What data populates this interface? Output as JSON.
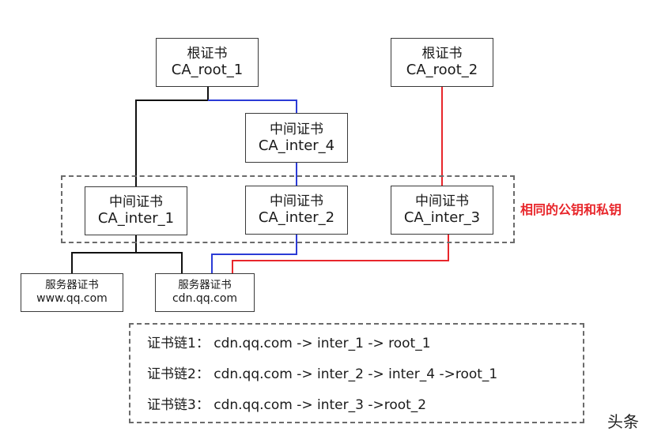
{
  "nodes": {
    "root1": {
      "title": "根证书",
      "name": "CA_root_1"
    },
    "root2": {
      "title": "根证书",
      "name": "CA_root_2"
    },
    "inter4": {
      "title": "中间证书",
      "name": "CA_inter_4"
    },
    "inter1": {
      "title": "中间证书",
      "name": "CA_inter_1"
    },
    "inter2": {
      "title": "中间证书",
      "name": "CA_inter_2"
    },
    "inter3": {
      "title": "中间证书",
      "name": "CA_inter_3"
    },
    "server_www": {
      "title": "服务器证书",
      "name": "www.qq.com"
    },
    "server_cdn": {
      "title": "服务器证书",
      "name": "cdn.qq.com"
    }
  },
  "group_note": "相同的公钥和私钥",
  "chains": [
    "证书链1： cdn.qq.com -> inter_1 -> root_1",
    "证书链2： cdn.qq.com -> inter_2 -> inter_4 ->root_1",
    "证书链3： cdn.qq.com -> inter_3  ->root_2"
  ],
  "watermark": "头条",
  "colors": {
    "chain1": "#111111",
    "chain2": "#2b3bd6",
    "chain3": "#e8262b"
  }
}
